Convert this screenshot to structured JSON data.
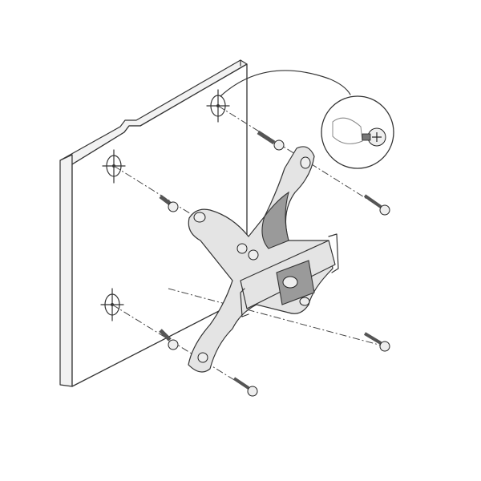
{
  "illustration": {
    "colors": {
      "line": "#333333",
      "panel": "#ffffff",
      "metal": "#e4e4e4",
      "screw": "#555555"
    },
    "icons": [
      "wall-panel",
      "vesa-mount-bracket",
      "wood-screw",
      "detail-magnifier"
    ]
  }
}
